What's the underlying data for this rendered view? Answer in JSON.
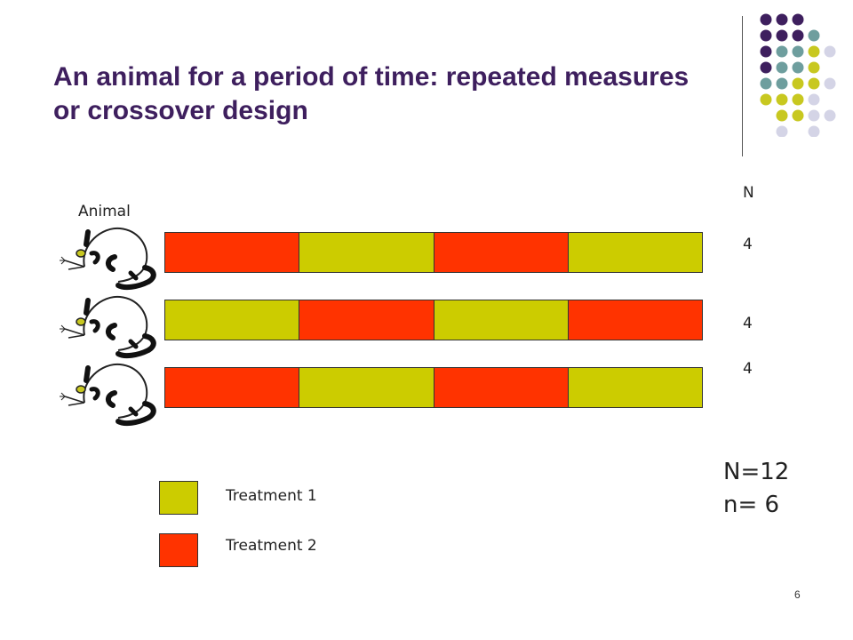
{
  "slide": {
    "title": "An animal for a period of time: repeated measures or crossover design",
    "page_number": "6"
  },
  "colors": {
    "treatment1": "#cccc00",
    "treatment2": "#ff3300",
    "title": "#3e1f5e",
    "dot_purple": "#3e1f5e",
    "dot_teal": "#6e9e9e",
    "dot_olive": "#c8c820",
    "dot_lavender": "#d4d4e6"
  },
  "diagram": {
    "animal_label": "Animal",
    "n_header": "N",
    "rows": [
      {
        "n": "4",
        "periods": [
          "Treatment 2",
          "Treatment 1",
          "Treatment 2",
          "Treatment 1"
        ]
      },
      {
        "n": "4",
        "periods": [
          "Treatment 1",
          "Treatment 2",
          "Treatment 1",
          "Treatment 2"
        ]
      },
      {
        "n": "4",
        "periods": [
          "Treatment 2",
          "Treatment 1",
          "Treatment 2",
          "Treatment 1"
        ]
      }
    ],
    "total_N": "N=12",
    "total_n": "n= 6"
  },
  "legend": {
    "items": [
      {
        "label": "Treatment 1",
        "color_key": "treatment1"
      },
      {
        "label": "Treatment 2",
        "color_key": "treatment2"
      }
    ]
  },
  "icons": [
    "dot-grid-icon",
    "mouse-icon"
  ]
}
